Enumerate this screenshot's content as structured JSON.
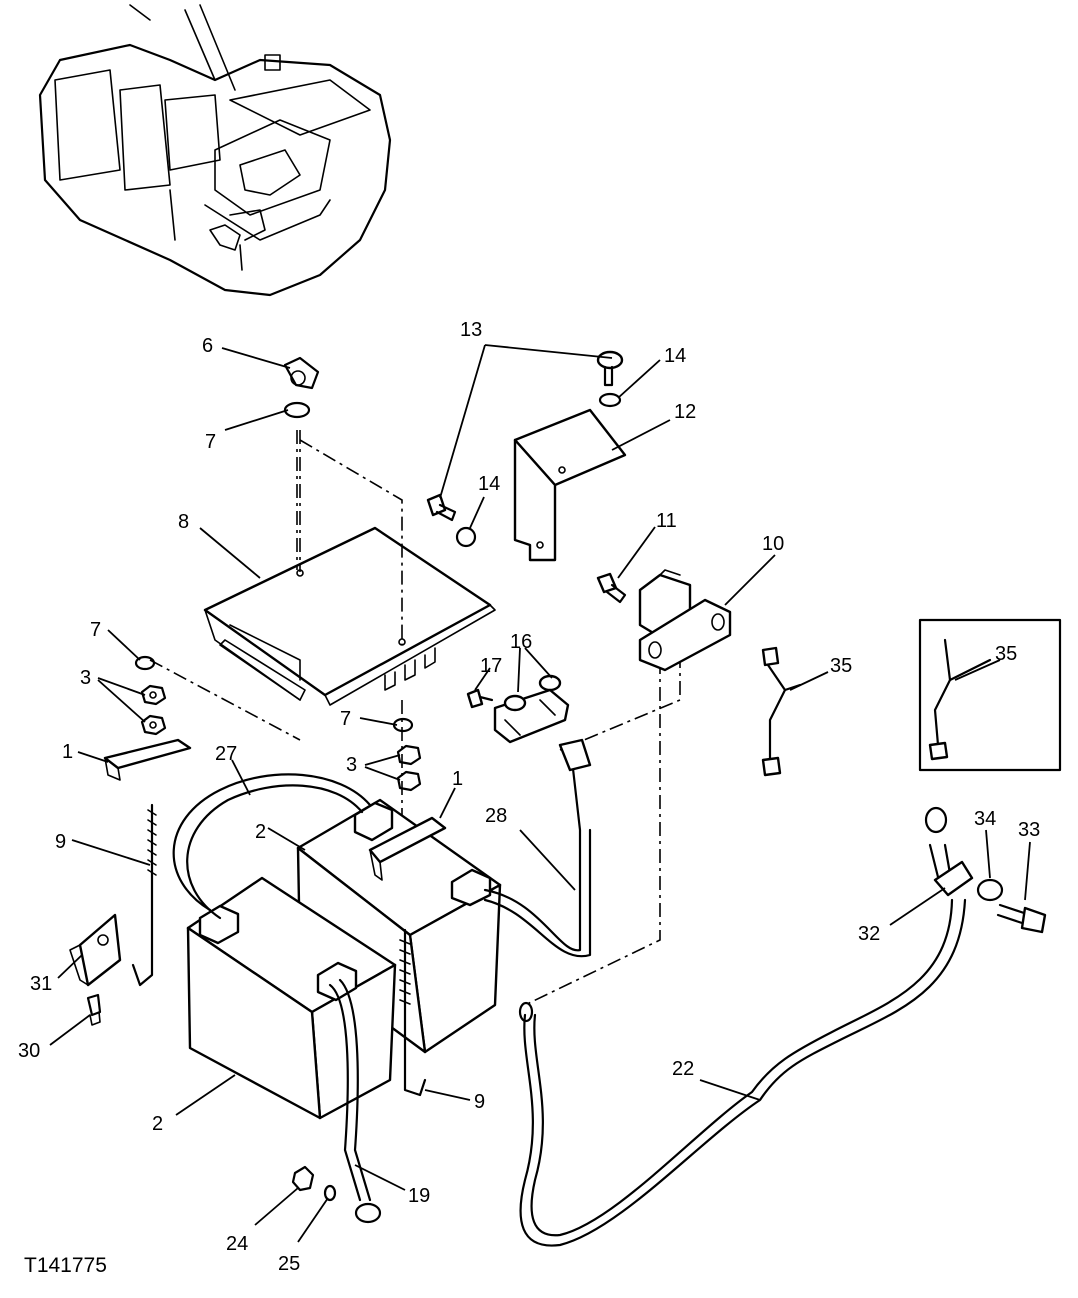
{
  "figure_code": "T141775",
  "callouts": [
    "1",
    "1",
    "2",
    "2",
    "3",
    "3",
    "6",
    "7",
    "7",
    "7",
    "8",
    "9",
    "9",
    "10",
    "11",
    "12",
    "13",
    "14",
    "14",
    "16",
    "17",
    "19",
    "22",
    "24",
    "25",
    "27",
    "28",
    "30",
    "31",
    "32",
    "33",
    "34",
    "35",
    "35"
  ]
}
